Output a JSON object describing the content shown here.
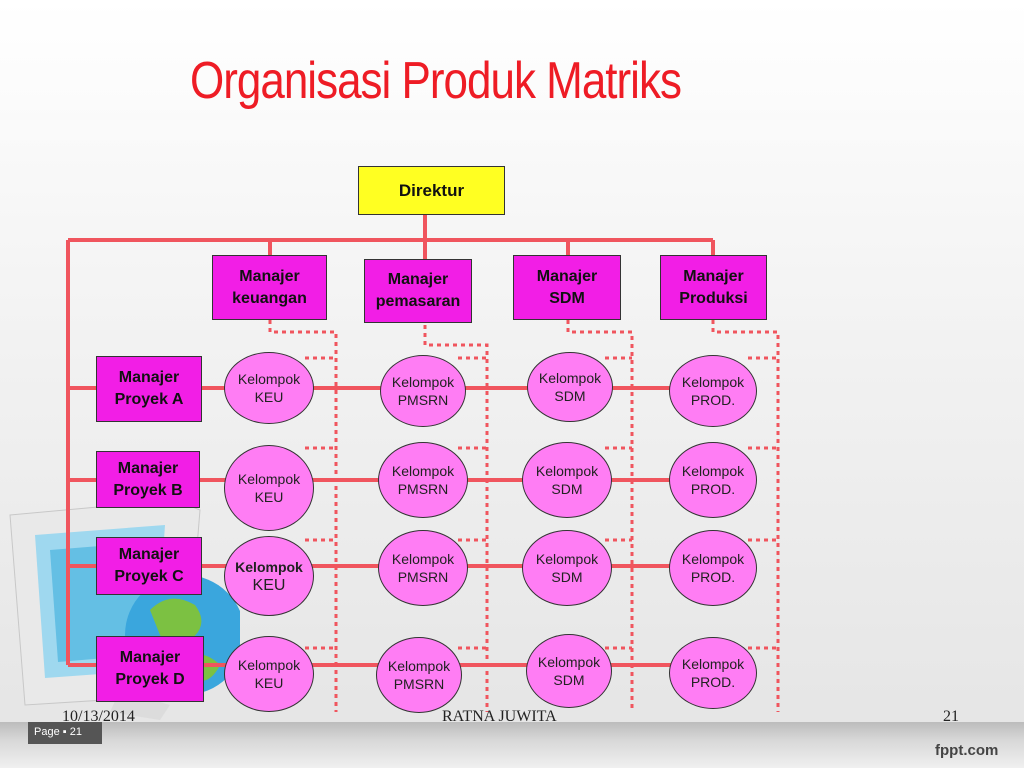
{
  "title": "Organisasi Produk Matriks",
  "direktur": "Direktur",
  "managers": [
    {
      "line1": "Manajer",
      "line2": "keuangan"
    },
    {
      "line1": "Manajer",
      "line2": "pemasaran"
    },
    {
      "line1": "Manajer",
      "line2": "SDM"
    },
    {
      "line1": "Manajer",
      "line2": "Produksi"
    }
  ],
  "projects": [
    {
      "line1": "Manajer",
      "line2": "Proyek A"
    },
    {
      "line1": "Manajer",
      "line2": "Proyek B"
    },
    {
      "line1": "Manajer",
      "line2": "Proyek C"
    },
    {
      "line1": "Manajer",
      "line2": "Proyek D"
    }
  ],
  "groups": {
    "keu": {
      "line1": "Kelompok",
      "line2": "KEU"
    },
    "pmsrn": {
      "line1": "Kelompok",
      "line2": "PMSRN"
    },
    "sdm": {
      "line1": "Kelompok",
      "line2": "SDM"
    },
    "prod": {
      "line1": "Kelompok",
      "line2": "PROD."
    }
  },
  "footer": {
    "date": "10/13/2014",
    "author": "RATNA JUWITA",
    "page_number": "21",
    "page_label": "Page ▪ 21",
    "brand": "fppt.com"
  },
  "colors": {
    "title": "#ee1c25",
    "lines": "#f0555e",
    "box_fill": "#f21ee6",
    "ellipse_fill": "#ff7df4",
    "direktur_fill": "#ffff22"
  }
}
